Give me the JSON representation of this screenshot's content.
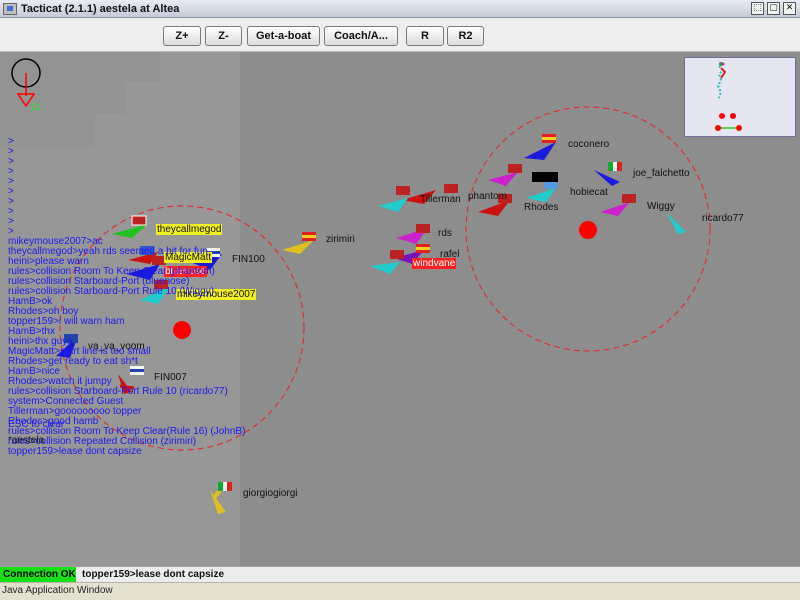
{
  "window": {
    "title": "Tacticat (2.1.1)  aestela at Altea",
    "controls": [
      "⬚",
      "▢",
      "✕"
    ]
  },
  "toolbar": {
    "buttons": [
      "Z+",
      "Z-",
      "Get-a-boat",
      "Coach/A...",
      "R",
      "R2"
    ]
  },
  "compass": {
    "wind_speed": "13"
  },
  "boats": [
    {
      "name": "theycallmegod",
      "highlight": "yellow"
    },
    {
      "name": "MagicMatt",
      "highlight": "yellow"
    },
    {
      "name": "FIN100",
      "highlight": ""
    },
    {
      "name": "bluenose",
      "highlight": "red"
    },
    {
      "name": "mikeymouse2007",
      "highlight": "yellow"
    },
    {
      "name": "va_va_voom",
      "highlight": ""
    },
    {
      "name": "FIN007",
      "highlight": ""
    },
    {
      "name": "zirimiri",
      "highlight": ""
    },
    {
      "name": "Tillerman",
      "highlight": ""
    },
    {
      "name": "rds",
      "highlight": ""
    },
    {
      "name": "rafel",
      "highlight": ""
    },
    {
      "name": "windvane",
      "highlight": "red"
    },
    {
      "name": "phantom",
      "highlight": ""
    },
    {
      "name": "Rhodes",
      "highlight": ""
    },
    {
      "name": "coconero",
      "highlight": ""
    },
    {
      "name": "hobiecat",
      "highlight": ""
    },
    {
      "name": "joe_falchetto",
      "highlight": ""
    },
    {
      "name": "Wiggy",
      "highlight": ""
    },
    {
      "name": "ricardo77",
      "highlight": ""
    },
    {
      "name": "giorgiogiorgi",
      "highlight": ""
    }
  ],
  "chat": {
    "prompts": [
      ">",
      ">",
      ">",
      ">",
      ">",
      ">",
      ">",
      ">",
      ">",
      ">"
    ],
    "lines": [
      "mikeymouse2007>ac",
      "theycallmegod>yeah rds seemed a bit for fun",
      "heini>please warn",
      "rules>collision Room To Keep Clear (phantom)",
      "rules>collision Starboard-Port (bluenose)",
      "rules>collision Starboard-Port Rule 10 (Wiggy)",
      "HamB>ok",
      "Rhodes>oh boy",
      "topper159>i will warn ham",
      "HamB>thx",
      "heini>thx guys",
      "MagicMatt>start line is too small",
      "Rhodes>get ready to eat sh*t",
      "HamB>nice",
      "Rhodes>watch it jumpy",
      "rules>collision Starboard-Port Rule 10 (ricardo77)",
      "system>Connected Guest",
      "Tillerman>gooooooooo topper",
      "Rhodes>good hamb",
      "rules>collision Room To Keep Clear(Rule 16) (JohnB)",
      "rules>collision Repeated Collision (zirimiri)",
      "topper159>lease dont capsize"
    ],
    "esc_hint": "ESC to clear",
    "current_user": "*aestela"
  },
  "status": {
    "connection": "Connection OK",
    "last_message": "topper159>lease dont capsize"
  },
  "footer": {
    "text": "Java Application Window"
  },
  "colors": {
    "water": "#8d8d8d",
    "shore": "#979797",
    "mark": "#ff0000",
    "circle": "#ee2020",
    "chat_text": "#1a1aee",
    "connection_ok": "#16e016"
  }
}
